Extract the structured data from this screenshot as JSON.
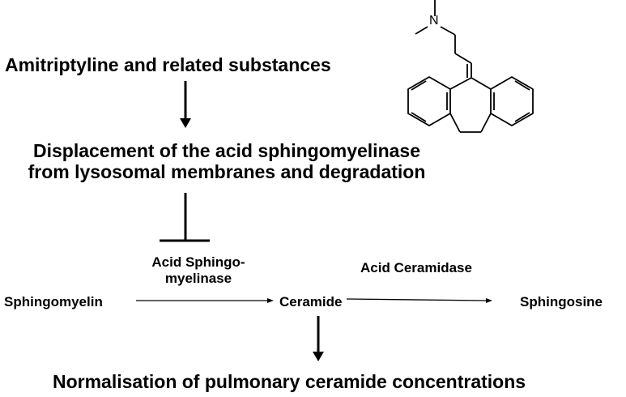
{
  "title_drug": "Amitriptyline and related substances",
  "mechanism": {
    "line1": "Displacement of the acid sphingomyelinase",
    "line2": "from lysosomal membranes and degradation"
  },
  "enzyme1": {
    "line1": "Acid Sphingo-",
    "line2": "myelinase"
  },
  "enzyme2": "Acid Ceramidase",
  "substrate1": "Sphingomyelin",
  "intermediate": "Ceramide",
  "product": "Sphingosine",
  "outcome": "Normalisation of pulmonary ceramide concentrations",
  "molecule": {
    "n_label": "N"
  }
}
